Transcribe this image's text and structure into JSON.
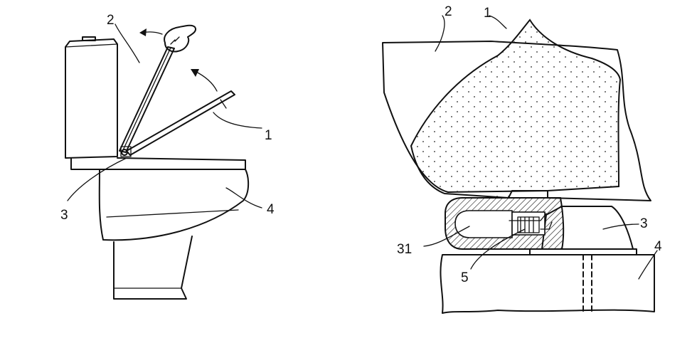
{
  "figure_left": {
    "labels": {
      "seat": "1",
      "lid": "2",
      "hinge": "3",
      "bowl": "4"
    }
  },
  "figure_right": {
    "labels": {
      "seat": "1",
      "lid": "2",
      "hinge": "3",
      "bowl": "4",
      "mount": "31",
      "spring": "5"
    }
  },
  "colors": {
    "ink": "#111111",
    "background": "#ffffff"
  }
}
